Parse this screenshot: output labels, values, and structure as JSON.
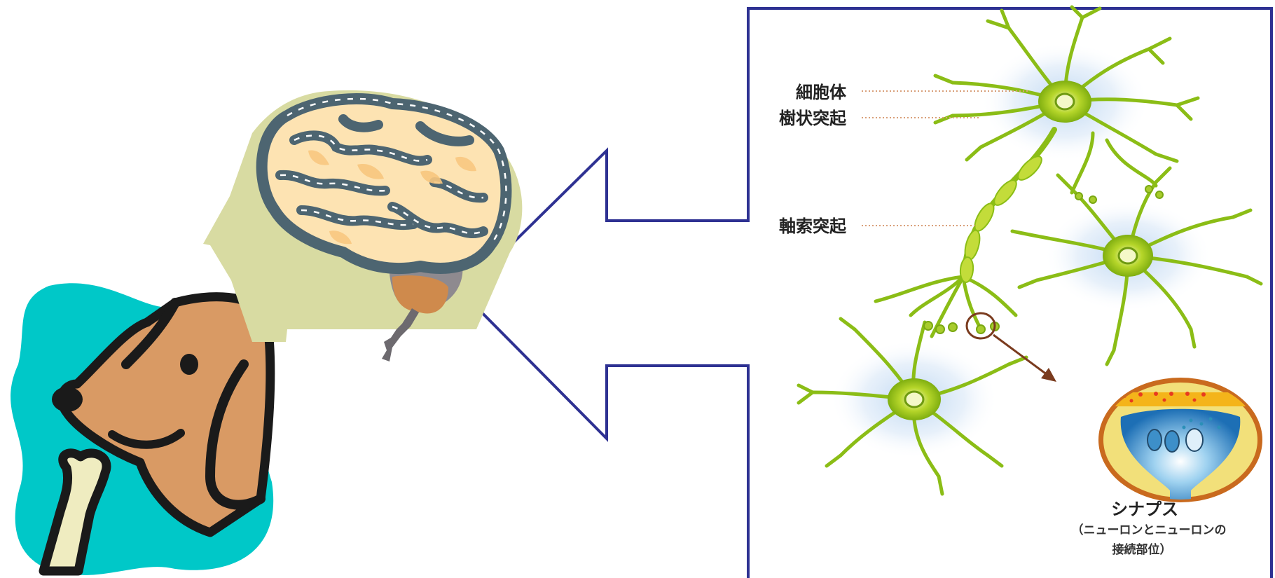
{
  "diagram": {
    "neuron_labels": {
      "cell_body": "細胞体",
      "dendrite": "樹状突起",
      "axon": "軸索突起"
    },
    "synapse": {
      "title": "シナプス",
      "caption_line1": "（ニューロンとニューロンの",
      "caption_line2": "接続部位）"
    },
    "colors": {
      "frame": "#2e3192",
      "callout": "#2e3192",
      "head": "#d8dba2",
      "brain_outline": "#4d6571",
      "brain_fill": "#fde3b2",
      "brain_inner": "#f8c77f",
      "neuron": "#9ec51a",
      "neuron_glow": "#cfe0f5",
      "dog_bg": "#00c8c8",
      "dog": "#d99a64",
      "bone": "#efecc0",
      "synapse_ring": "#c96a1e",
      "pointer": "#7a3b1e"
    },
    "icons": [
      "dog-with-bone-icon",
      "brain-in-head-icon"
    ]
  }
}
